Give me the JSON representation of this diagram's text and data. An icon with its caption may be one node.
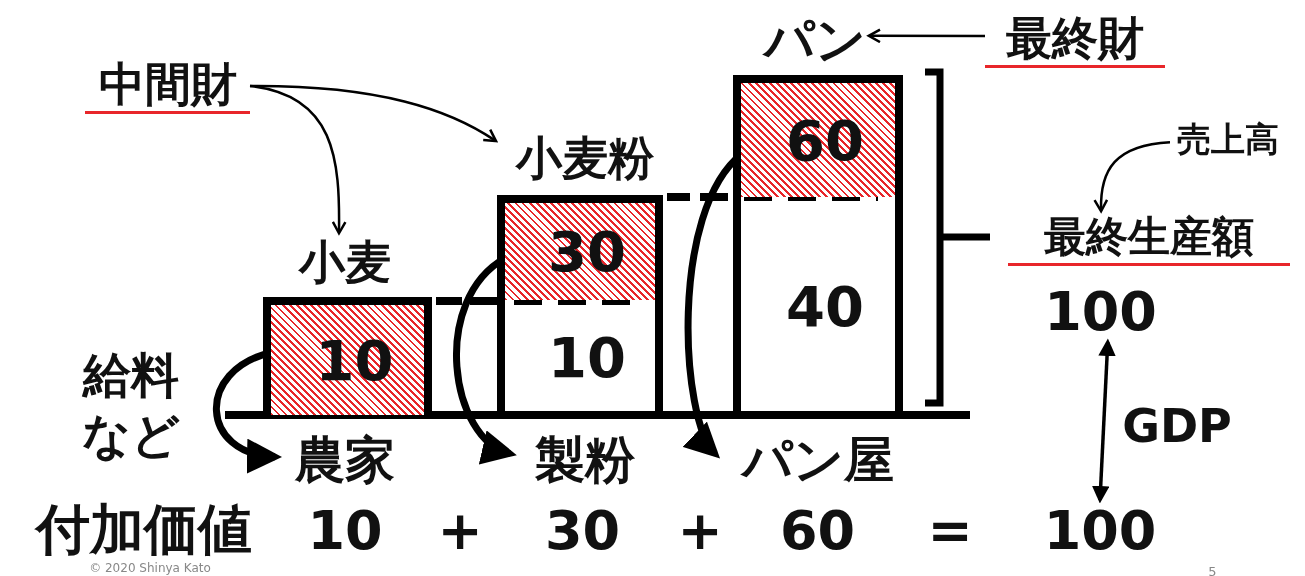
{
  "diagram": {
    "nodes": [
      {
        "text": [
          "中間財"
        ]
      },
      {
        "text": [
          "小麦"
        ]
      },
      {
        "text": [
          "小麦粉"
        ]
      },
      {
        "text": [
          "パン"
        ]
      },
      {
        "text": [
          "最終財"
        ]
      },
      {
        "text": [
          "10"
        ]
      },
      {
        "text": [
          "30"
        ]
      },
      {
        "text": [
          "10"
        ]
      },
      {
        "text": [
          "60"
        ]
      },
      {
        "text": [
          "40"
        ]
      },
      {
        "text": [
          "農家"
        ]
      },
      {
        "text": [
          "製粉"
        ]
      },
      {
        "text": [
          "パン屋"
        ]
      },
      {
        "text": [
          "売上高"
        ]
      },
      {
        "text": [
          "最終生産額"
        ]
      },
      {
        "text": [
          "100"
        ]
      },
      {
        "text": [
          "100"
        ]
      }
    ],
    "edges": [
      {
        "from": 0,
        "to": 1,
        "arrow": "to"
      },
      {
        "from": 0,
        "to": 2,
        "arrow": "to"
      },
      {
        "from": 4,
        "to": 3,
        "arrow": "to"
      },
      {
        "from": 5,
        "to": 10,
        "arrow": "to",
        "style": "thick"
      },
      {
        "from": 6,
        "to": 11,
        "arrow": "to",
        "style": "thick"
      },
      {
        "from": 8,
        "to": 12,
        "arrow": "to",
        "style": "thick"
      },
      {
        "from": 13,
        "to": 14,
        "arrow": "to"
      },
      {
        "from": 15,
        "to": 16,
        "arrow": "both",
        "label": "GDP"
      }
    ],
    "labels": [
      "給料など",
      "付加価値",
      "10",
      "+",
      "30",
      "+",
      "60",
      "=",
      "© 2020 Shinya Kato",
      "5"
    ]
  }
}
